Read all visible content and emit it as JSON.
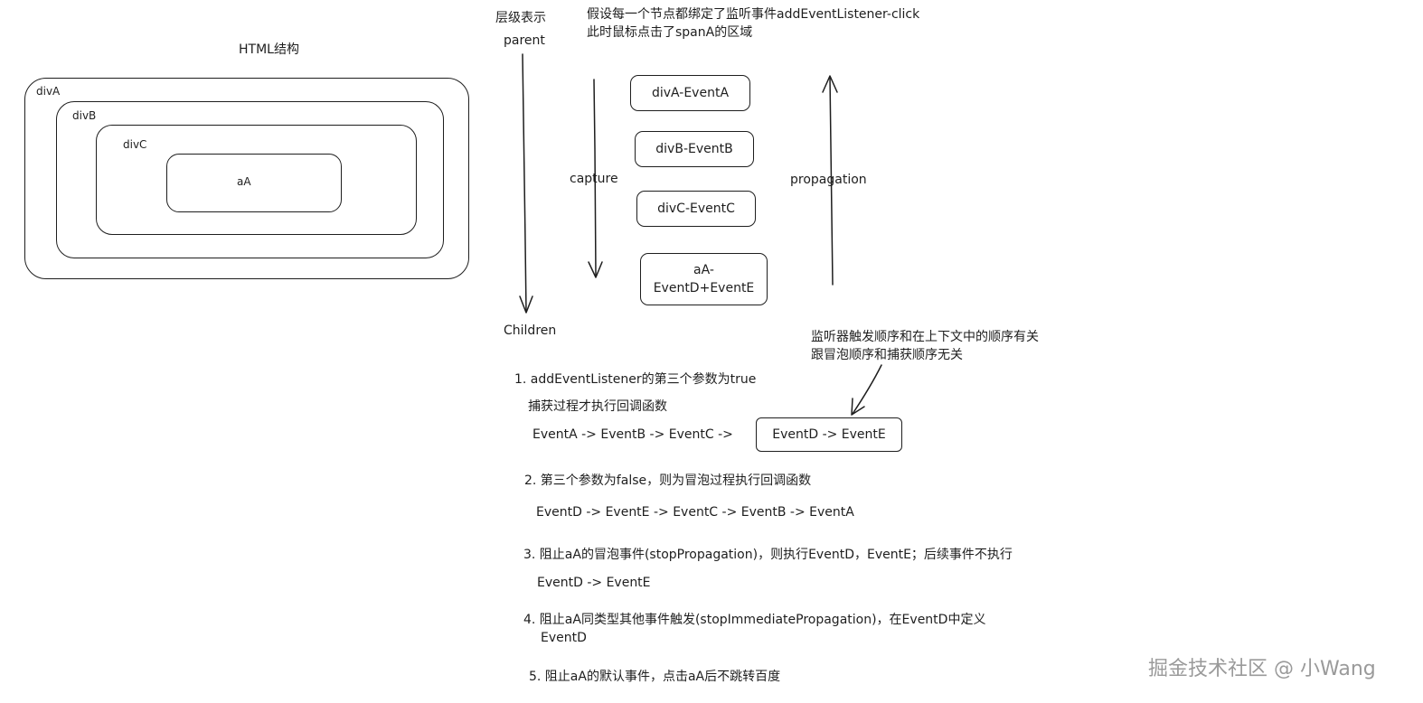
{
  "html_structure": {
    "title": "HTML结构",
    "divA": "divA",
    "divB": "divB",
    "divC": "divC",
    "aA": "aA"
  },
  "hierarchy": {
    "label": "层级表示",
    "parent": "parent",
    "children": "Children"
  },
  "assumption": {
    "line1": "假设每一个节点都绑定了监听事件addEventListener-click",
    "line2": "此时鼠标点击了spanA的区域"
  },
  "flow": {
    "capture": "capture",
    "propagation": "propagation",
    "events": [
      "divA-EventA",
      "divB-EventB",
      "divC-EventC",
      "aA-\nEventD+EventE"
    ]
  },
  "note": {
    "line1": "监听器触发顺序和在上下文中的顺序有关",
    "line2": "跟冒泡顺序和捕获顺序无关"
  },
  "items": {
    "i1_title": "1. addEventListener的第三个参数为true",
    "i1_sub": "捕获过程才执行回调函数",
    "i1_seq": "EventA -> EventB -> EventC ->",
    "i1_boxed": "EventD -> EventE",
    "i2_title": "2. 第三个参数为false，则为冒泡过程执行回调函数",
    "i2_seq": "EventD -> EventE -> EventC -> EventB -> EventA",
    "i3_title": "3. 阻止aA的冒泡事件(stopPropagation)，则执行EventD，EventE；后续事件不执行",
    "i3_seq": "EventD -> EventE",
    "i4_title": "4. 阻止aA同类型其他事件触发(stopImmediatePropagation)，在EventD中定义",
    "i4_seq": "EventD",
    "i5_title": "5. 阻止aA的默认事件，点击aA后不跳转百度"
  },
  "watermark": "掘金技术社区 @ 小Wang"
}
